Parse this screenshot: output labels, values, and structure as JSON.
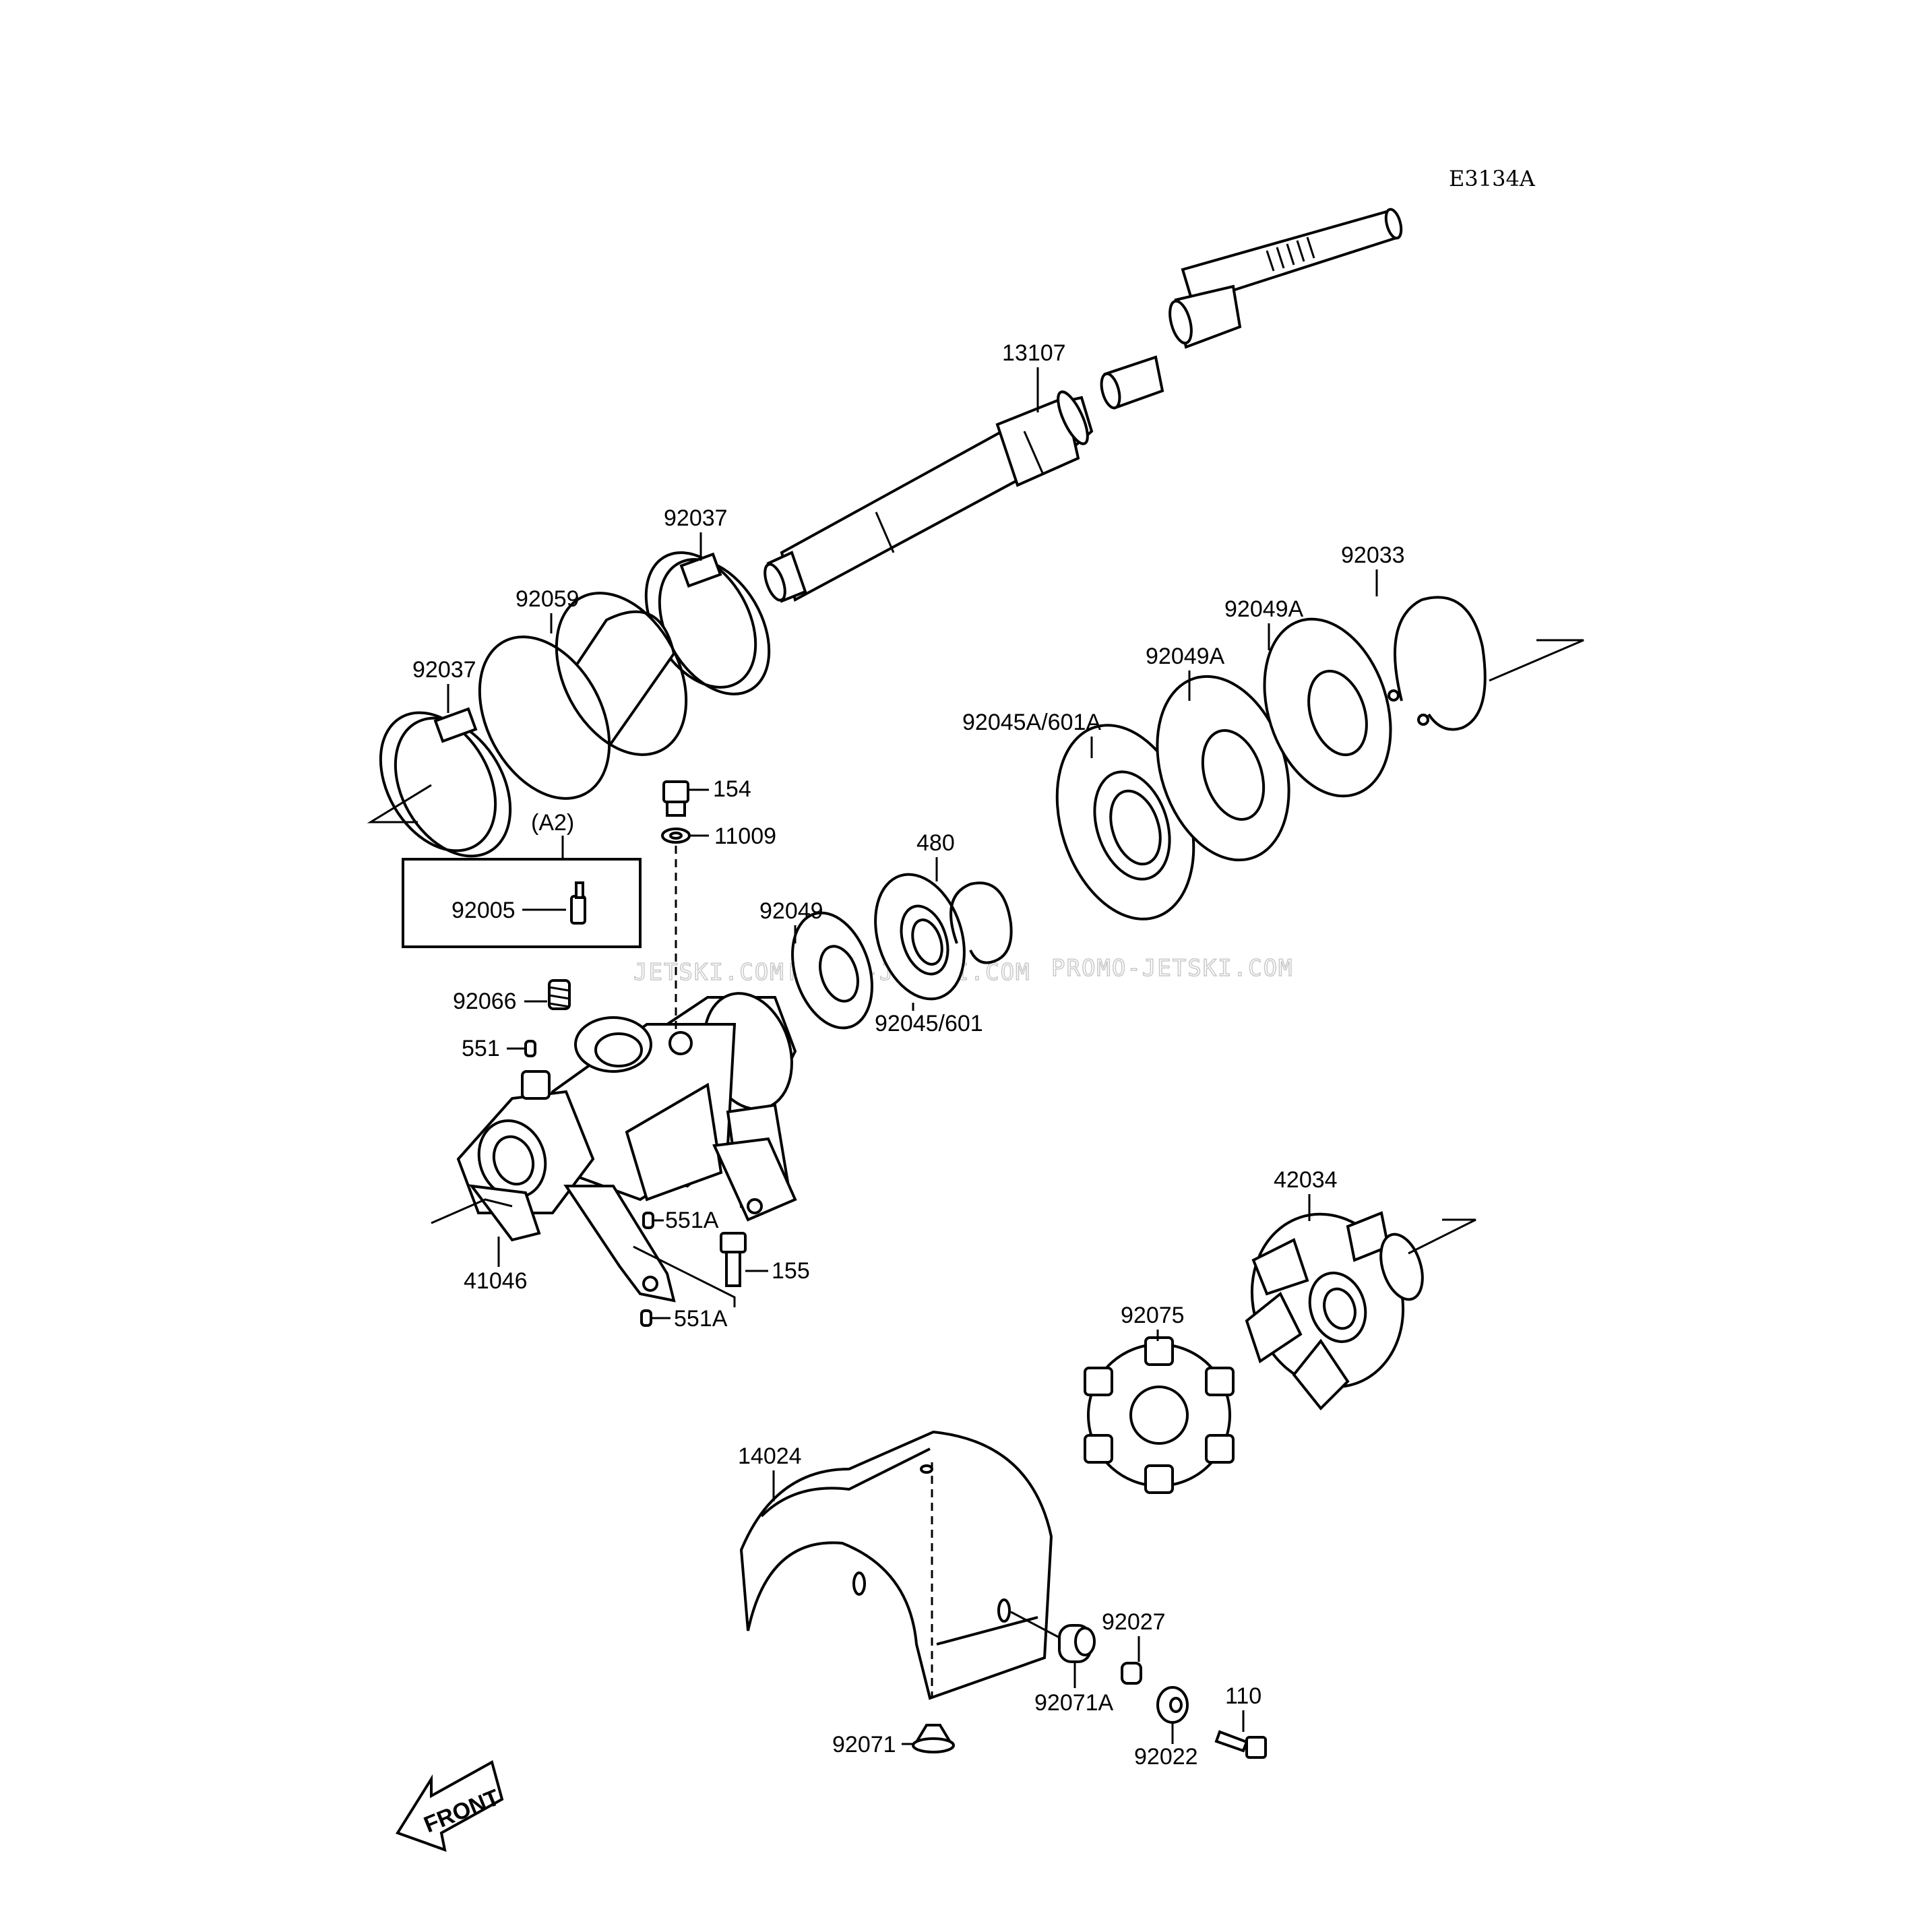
{
  "diagram_code": "E3134A",
  "watermarks": [
    "JETSKI.COM",
    "PROMO-JETSKI.COM",
    "PROMO-JETSKI.COM"
  ],
  "front_label": "FRONT",
  "variant_label": "(A2)",
  "parts": {
    "p13107": "13107",
    "p92037_top": "92037",
    "p92059": "92059",
    "p92037_left": "92037",
    "p92033": "92033",
    "p92049A_top": "92049A",
    "p92049A_mid": "92049A",
    "p92045A_601A": "92045A/601A",
    "p154": "154",
    "p11009": "11009",
    "p92005": "92005",
    "p480": "480",
    "p92049": "92049",
    "p92045_601": "92045/601",
    "p92066": "92066",
    "p551": "551",
    "p551A_1": "551A",
    "p155": "155",
    "p41046": "41046",
    "p551A_2": "551A",
    "p42034": "42034",
    "p92075": "92075",
    "p14024": "14024",
    "p92027": "92027",
    "p92071A": "92071A",
    "p110": "110",
    "p92071": "92071",
    "p92022": "92022"
  }
}
